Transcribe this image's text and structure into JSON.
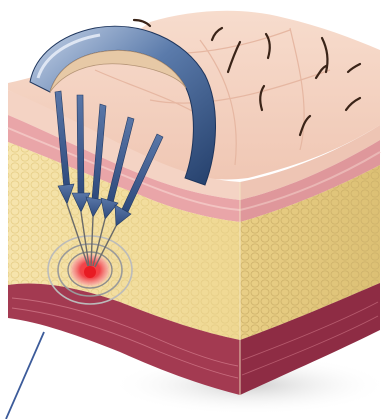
{
  "figure": {
    "subject": "skin-cross-section",
    "layers": [
      {
        "name": "epidermis",
        "color": "#f2cfc0"
      },
      {
        "name": "dermis",
        "color": "#e8a3a6"
      },
      {
        "name": "subcutaneous-fat",
        "color": "#f3e2a8"
      },
      {
        "name": "muscle-fascia",
        "color": "#a0384e"
      }
    ],
    "transducer": {
      "shape": "curved-arc",
      "color": "#4a6a99",
      "beam_count": 5
    },
    "focal_point": {
      "color": "#e81b23",
      "ring_count": 3
    },
    "hair_count": 10,
    "pointer_line_color": "#3c5b9a"
  }
}
